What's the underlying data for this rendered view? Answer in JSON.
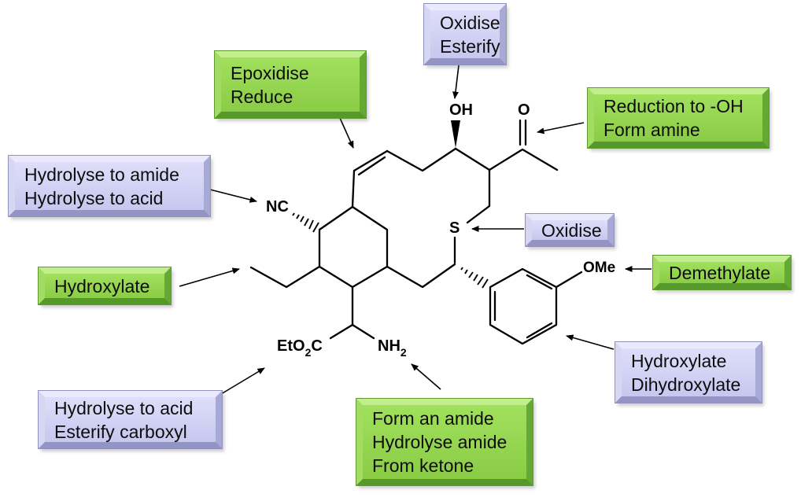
{
  "colors": {
    "green_face": "#8bcc46",
    "lavender_face": "#c7c7ef",
    "line_color": "#000000",
    "background": "#ffffff"
  },
  "molecule": {
    "atoms": {
      "hydroxyl": "OH",
      "ketone_oxygen": "O",
      "nitrile": "NC",
      "thioether": "S",
      "methoxy": "OMe",
      "amine_main": "NH",
      "amine_sub": "2",
      "ester_main": "EtO",
      "ester_sub": "2",
      "ester_tail": "C"
    }
  },
  "callouts": [
    {
      "id": "oxidise-esterify",
      "style": "lavender",
      "lines": [
        "Oxidise",
        "Esterify"
      ]
    },
    {
      "id": "epoxidise-reduce",
      "style": "green",
      "lines": [
        "Epoxidise",
        "Reduce"
      ]
    },
    {
      "id": "reduction-form-amine",
      "style": "green",
      "lines": [
        "Reduction to -OH",
        "Form amine"
      ]
    },
    {
      "id": "hydrolyse-amide-acid",
      "style": "lavender",
      "lines": [
        "Hydrolyse to amide",
        "Hydrolyse to acid"
      ]
    },
    {
      "id": "oxidise-sulfur",
      "style": "lavender",
      "lines": [
        "Oxidise"
      ]
    },
    {
      "id": "hydroxylate-chain",
      "style": "green",
      "lines": [
        "Hydroxylate"
      ]
    },
    {
      "id": "demethylate",
      "style": "green",
      "lines": [
        "Demethylate"
      ]
    },
    {
      "id": "hydroxylate-dihydroxylate",
      "style": "lavender",
      "lines": [
        "Hydroxylate",
        "Dihydroxylate"
      ]
    },
    {
      "id": "hydrolyse-acid-esterify",
      "style": "lavender",
      "lines": [
        "Hydrolyse to acid",
        "Esterify carboxyl"
      ]
    },
    {
      "id": "form-amide-ketone",
      "style": "green",
      "lines": [
        "Form an amide",
        "Hydrolyse amide",
        "From ketone"
      ]
    }
  ]
}
